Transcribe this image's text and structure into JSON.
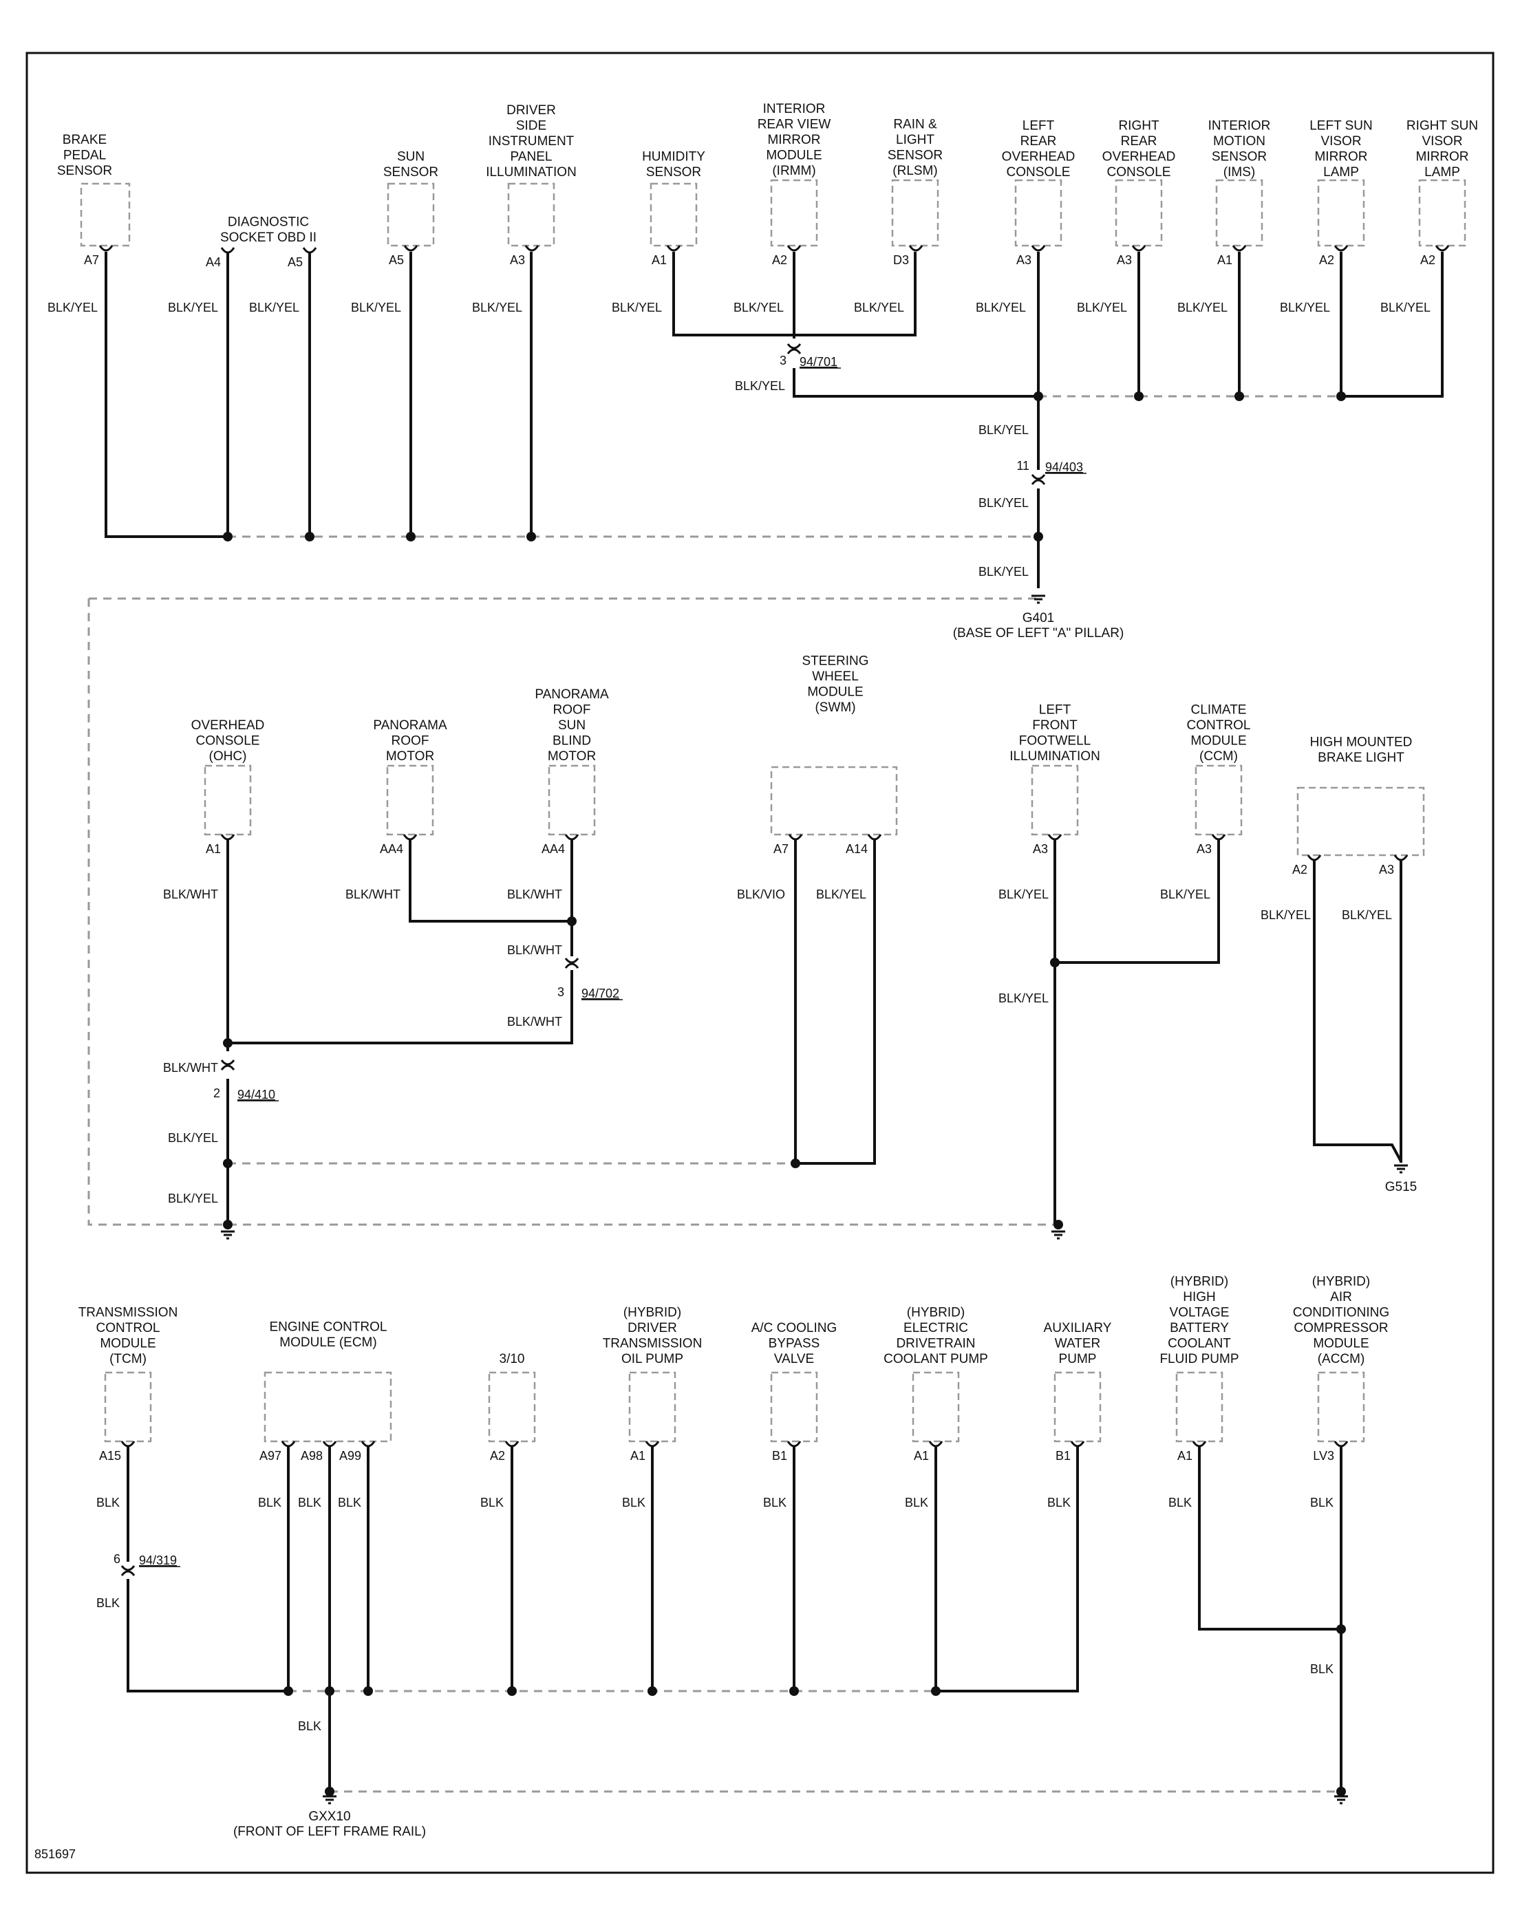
{
  "figure_id": "851697",
  "components": [
    {
      "name": [
        "BRAKE",
        "PEDAL",
        "SENSOR"
      ],
      "pins": [
        "A7"
      ]
    },
    {
      "name": [
        "DIAGNOSTIC",
        "SOCKET OBD II"
      ],
      "pins": [
        "A4",
        "A5"
      ]
    },
    {
      "name": [
        "SUN",
        "SENSOR"
      ],
      "pins": [
        "A5"
      ]
    },
    {
      "name": [
        "DRIVER",
        "SIDE",
        "INSTRUMENT",
        "PANEL",
        "ILLUMINATION"
      ],
      "pins": [
        "A3"
      ]
    },
    {
      "name": [
        "HUMIDITY",
        "SENSOR"
      ],
      "pins": [
        "A1"
      ]
    },
    {
      "name": [
        "INTERIOR",
        "REAR VIEW",
        "MIRROR",
        "MODULE",
        "(IRMM)"
      ],
      "pins": [
        "A2"
      ]
    },
    {
      "name": [
        "RAIN &",
        "LIGHT",
        "SENSOR",
        "(RLSM)"
      ],
      "pins": [
        "D3"
      ]
    },
    {
      "name": [
        "LEFT",
        "REAR",
        "OVERHEAD",
        "CONSOLE"
      ],
      "pins": [
        "A3"
      ]
    },
    {
      "name": [
        "RIGHT",
        "REAR",
        "OVERHEAD",
        "CONSOLE"
      ],
      "pins": [
        "A3"
      ]
    },
    {
      "name": [
        "INTERIOR",
        "MOTION",
        "SENSOR",
        "(IMS)"
      ],
      "pins": [
        "A1"
      ]
    },
    {
      "name": [
        "LEFT SUN",
        "VISOR",
        "MIRROR",
        "LAMP"
      ],
      "pins": [
        "A2"
      ]
    },
    {
      "name": [
        "RIGHT SUN",
        "VISOR",
        "MIRROR",
        "LAMP"
      ],
      "pins": [
        "A2"
      ]
    },
    {
      "name": [
        "OVERHEAD",
        "CONSOLE",
        "(OHC)"
      ],
      "pins": [
        "A1"
      ]
    },
    {
      "name": [
        "PANORAMA",
        "ROOF",
        "MOTOR"
      ],
      "pins": [
        "AA4"
      ]
    },
    {
      "name": [
        "PANORAMA",
        "ROOF",
        "SUN",
        "BLIND",
        "MOTOR"
      ],
      "pins": [
        "AA4"
      ]
    },
    {
      "name": [
        "STEERING",
        "WHEEL",
        "MODULE",
        "(SWM)"
      ],
      "pins": [
        "A7",
        "A14"
      ]
    },
    {
      "name": [
        "LEFT",
        "FRONT",
        "FOOTWELL",
        "ILLUMINATION"
      ],
      "pins": [
        "A3"
      ]
    },
    {
      "name": [
        "CLIMATE",
        "CONTROL",
        "MODULE",
        "(CCM)"
      ],
      "pins": [
        "A3"
      ]
    },
    {
      "name": [
        "HIGH MOUNTED",
        "BRAKE LIGHT"
      ],
      "pins": [
        "A2",
        "A3"
      ]
    },
    {
      "name": [
        "TRANSMISSION",
        "CONTROL",
        "MODULE",
        "(TCM)"
      ],
      "pins": [
        "A15"
      ]
    },
    {
      "name": [
        "ENGINE CONTROL",
        "MODULE (ECM)"
      ],
      "pins": [
        "A97",
        "A98",
        "A99"
      ]
    },
    {
      "name": [
        "3/10"
      ],
      "pins": [
        "A2"
      ]
    },
    {
      "name": [
        "(HYBRID)",
        "DRIVER",
        "TRANSMISSION",
        "OIL PUMP"
      ],
      "pins": [
        "A1"
      ]
    },
    {
      "name": [
        "A/C COOLING",
        "BYPASS",
        "VALVE"
      ],
      "pins": [
        "B1"
      ]
    },
    {
      "name": [
        "(HYBRID)",
        "ELECTRIC",
        "DRIVETRAIN",
        "COOLANT PUMP"
      ],
      "pins": [
        "A1"
      ]
    },
    {
      "name": [
        "AUXILIARY",
        "WATER",
        "PUMP"
      ],
      "pins": [
        "B1"
      ]
    },
    {
      "name": [
        "(HYBRID)",
        "HIGH",
        "VOLTAGE",
        "BATTERY",
        "COOLANT",
        "FLUID PUMP"
      ],
      "pins": [
        "A1"
      ]
    },
    {
      "name": [
        "(HYBRID)",
        "AIR",
        "CONDITIONING",
        "COMPRESSOR",
        "MODULE",
        "(ACCM)"
      ],
      "pins": [
        "LV3"
      ]
    }
  ],
  "wire_colors": [
    "BLK/YEL",
    "BLK/WHT",
    "BLK/VIO",
    "BLK"
  ],
  "connectors": [
    {
      "pin": "3",
      "id": "94/701"
    },
    {
      "pin": "11",
      "id": "94/403"
    },
    {
      "pin": "3",
      "id": "94/702"
    },
    {
      "pin": "2",
      "id": "94/410"
    },
    {
      "pin": "6",
      "id": "94/319"
    }
  ],
  "grounds": [
    {
      "id": "G401",
      "location": "(BASE OF LEFT \"A\" PILLAR)"
    },
    {
      "id": "G515",
      "location": ""
    },
    {
      "id": "GXX10",
      "location": "(FRONT OF LEFT FRAME RAIL)"
    }
  ]
}
